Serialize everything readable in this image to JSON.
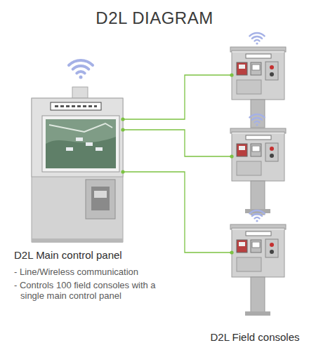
{
  "diagram": {
    "title": "D2L DIAGRAM",
    "nodes": [
      {
        "text": [
          "D2L Main control panel",
          "- Line/Wireless communication",
          "- Controls 100 field consoles with a single main control panel"
        ]
      },
      {
        "text": [
          "D2L Field consoles"
        ]
      },
      {
        "text": [],
        "in": 1
      },
      {
        "text": [],
        "in": 1
      },
      {
        "text": [],
        "in": 1
      }
    ],
    "edges": [
      {
        "from": 0,
        "to": 2,
        "arrow": "none"
      },
      {
        "from": 0,
        "to": 3,
        "arrow": "none"
      },
      {
        "from": 0,
        "to": 4,
        "arrow": "none"
      }
    ]
  }
}
